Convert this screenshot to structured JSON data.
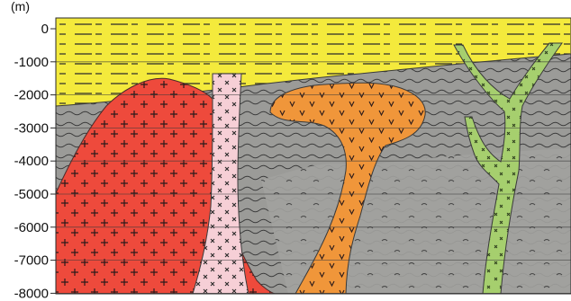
{
  "figure": {
    "unit_label": "(m)",
    "depth_ticks": [
      "0",
      "-1000",
      "-2000",
      "-3000",
      "-4000",
      "-5000",
      "-6000",
      "-7000",
      "-8000"
    ],
    "depth_range_m": [
      0,
      -8000
    ]
  },
  "units": [
    {
      "name": "sediment-cover",
      "color": "#f4ea3c"
    },
    {
      "name": "metamorphic-country-rock",
      "color": "#9b9b98"
    },
    {
      "name": "granite-pluton",
      "color": "#ee4a3c"
    },
    {
      "name": "pink-dike",
      "color": "#f6cfd6"
    },
    {
      "name": "orange-intrusion",
      "color": "#f0963a"
    },
    {
      "name": "green-dike",
      "color": "#a6cf6e"
    }
  ],
  "symbols": {
    "granite": "+",
    "pink_dike": "×",
    "orange_intrusion": "v",
    "green_dike": "×"
  }
}
